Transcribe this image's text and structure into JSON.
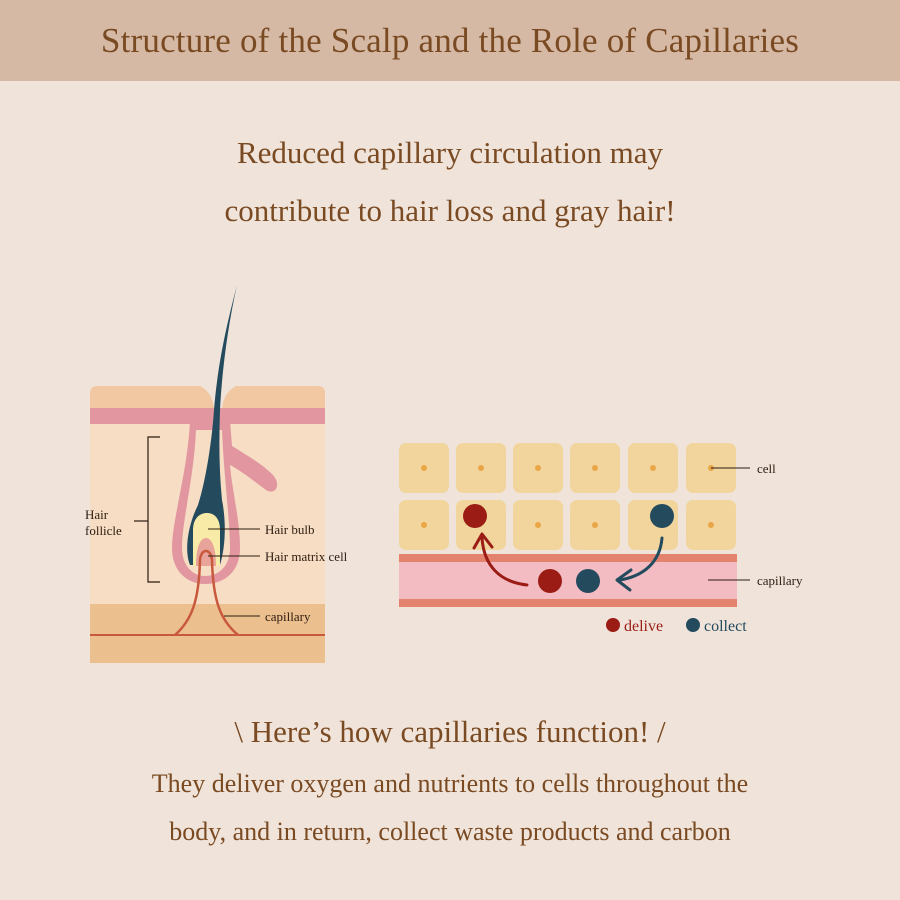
{
  "header": {
    "title": "Structure of the Scalp and the Role of Capillaries"
  },
  "intro": {
    "line1": "Reduced capillary circulation may",
    "line2": "contribute to hair loss and gray hair!"
  },
  "follicle_diagram": {
    "label_follicle_line1": "Hair",
    "label_follicle_line2": "follicle",
    "label_bulb": "Hair bulb",
    "label_matrix": "Hair matrix cell",
    "label_capillary": "capillary"
  },
  "cell_diagram": {
    "label_cell": "cell",
    "label_capillary": "capillary",
    "legend": {
      "deliver": "delive",
      "collect": "collect"
    }
  },
  "colors": {
    "background": "#f0e4da",
    "header": "#d5b9a5",
    "text": "#7a4a22",
    "hair": "#244a5e",
    "deliver": "#9a1c14",
    "collect": "#244a5e",
    "capillary_line": "#c9593c",
    "cell": "#f1d59d"
  },
  "footer": {
    "heading": "\\ Here’s how capillaries function! /",
    "line1": "They deliver oxygen and nutrients to cells throughout the",
    "line2": "body, and in return, collect waste products and carbon"
  }
}
